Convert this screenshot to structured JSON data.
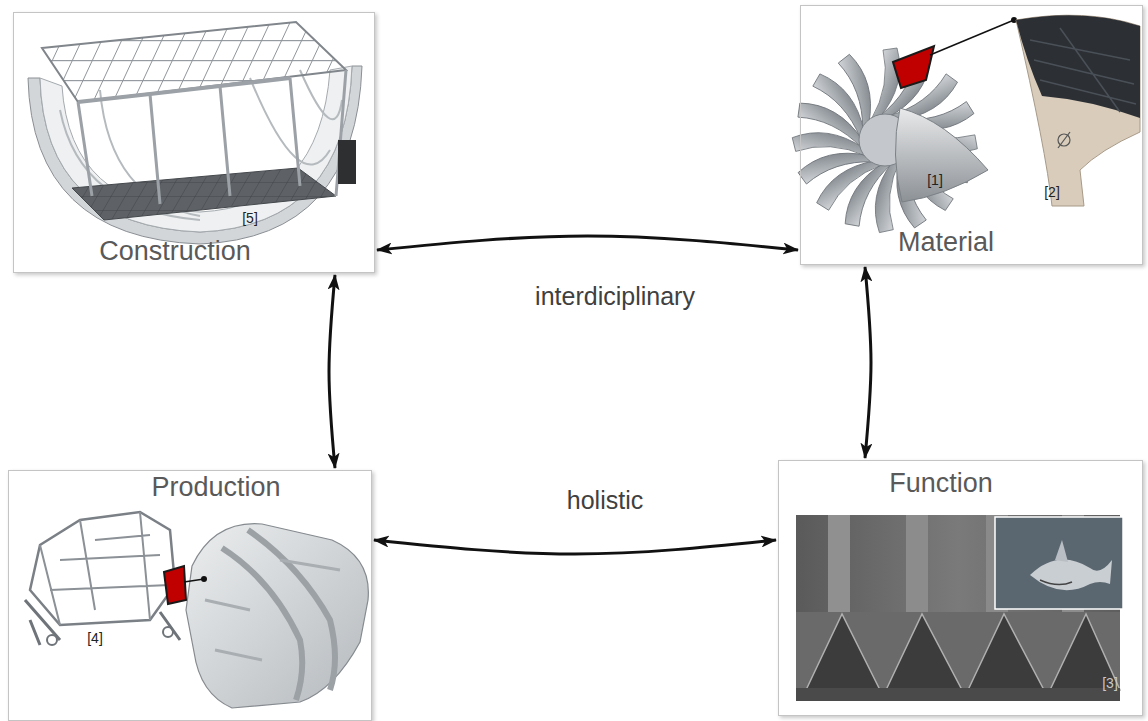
{
  "diagram": {
    "nodes": [
      {
        "text": [
          "Construction"
        ]
      },
      {
        "text": [
          "Material"
        ]
      },
      {
        "text": [
          "Production"
        ]
      },
      {
        "text": [
          "Function"
        ]
      }
    ],
    "edges": [
      {
        "from": 0,
        "to": 1,
        "arrow": "both",
        "label": "interdiciplinary"
      },
      {
        "from": 0,
        "to": 2,
        "arrow": "both"
      },
      {
        "from": 1,
        "to": 3,
        "arrow": "both"
      },
      {
        "from": 2,
        "to": 3,
        "arrow": "both",
        "label": "holistic"
      }
    ],
    "labels": [
      "[5]",
      "[1]",
      "[2]",
      "[4]",
      "[3]"
    ]
  }
}
